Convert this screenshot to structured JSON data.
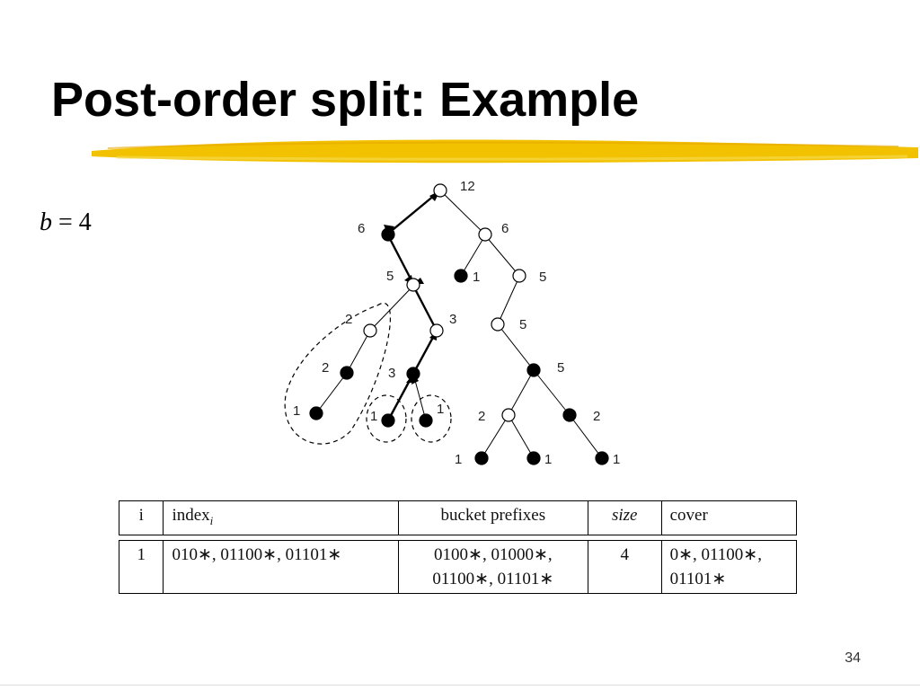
{
  "slide": {
    "title": "Post-order split: Example",
    "param_var": "b",
    "param_rest": " = 4",
    "page_number": "34",
    "accent_color": "#f2c200"
  },
  "tree": {
    "node_labels": {
      "n12": "12",
      "n6l": "6",
      "n6r": "6",
      "n5l": "5",
      "n1a": "1",
      "n5r": "5",
      "n2l": "2",
      "n3m": "3",
      "n5r2": "5",
      "n2b": "2",
      "n3b": "3",
      "n5r3": "5",
      "n1l": "1",
      "n1m": "1",
      "n1m2": "1",
      "n2r": "2",
      "n2rr": "2",
      "n1x": "1",
      "n1y": "1",
      "n1z": "1"
    }
  },
  "table": {
    "headers": [
      "i",
      "index",
      "i",
      "bucket prefixes",
      "size",
      "cover"
    ],
    "row": {
      "i": "1",
      "index": "010∗, 01100∗, 01101∗",
      "bucket_line1": "0100∗, 01000∗,",
      "bucket_line2": "01100∗, 01101∗",
      "size": "4",
      "cover_line1": "0∗, 01100∗,",
      "cover_line2": "01101∗"
    }
  }
}
